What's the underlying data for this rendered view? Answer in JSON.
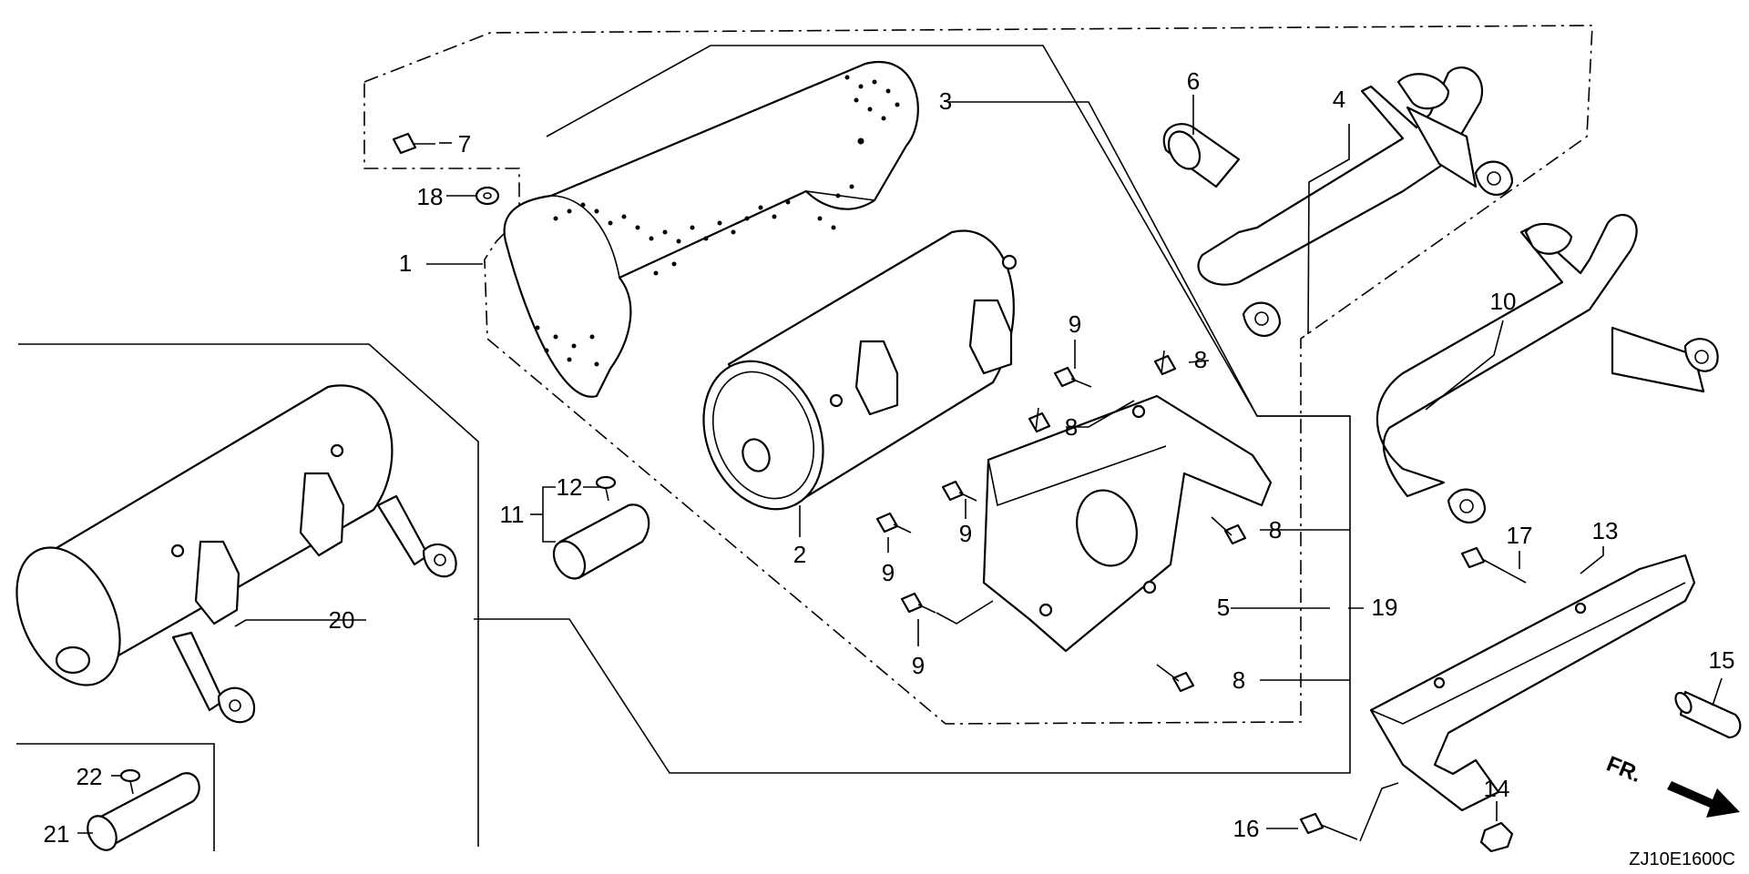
{
  "diagram": {
    "drawing_code": "ZJ10E1600C",
    "direction_label": "FR.",
    "callouts": [
      {
        "id": "c1",
        "label": "1"
      },
      {
        "id": "c2",
        "label": "2"
      },
      {
        "id": "c3",
        "label": "3"
      },
      {
        "id": "c4",
        "label": "4"
      },
      {
        "id": "c5",
        "label": "5"
      },
      {
        "id": "c6",
        "label": "6"
      },
      {
        "id": "c7",
        "label": "7"
      },
      {
        "id": "c8a",
        "label": "8"
      },
      {
        "id": "c8b",
        "label": "8"
      },
      {
        "id": "c8c",
        "label": "8"
      },
      {
        "id": "c8d",
        "label": "8"
      },
      {
        "id": "c9a",
        "label": "9"
      },
      {
        "id": "c9b",
        "label": "9"
      },
      {
        "id": "c9c",
        "label": "9"
      },
      {
        "id": "c9d",
        "label": "9"
      },
      {
        "id": "c10",
        "label": "10"
      },
      {
        "id": "c11",
        "label": "11"
      },
      {
        "id": "c12",
        "label": "12"
      },
      {
        "id": "c13",
        "label": "13"
      },
      {
        "id": "c14",
        "label": "14"
      },
      {
        "id": "c15",
        "label": "15"
      },
      {
        "id": "c16",
        "label": "16"
      },
      {
        "id": "c17",
        "label": "17"
      },
      {
        "id": "c18",
        "label": "18"
      },
      {
        "id": "c19",
        "label": "19"
      },
      {
        "id": "c20",
        "label": "20"
      },
      {
        "id": "c21",
        "label": "21"
      },
      {
        "id": "c22",
        "label": "22"
      }
    ]
  }
}
